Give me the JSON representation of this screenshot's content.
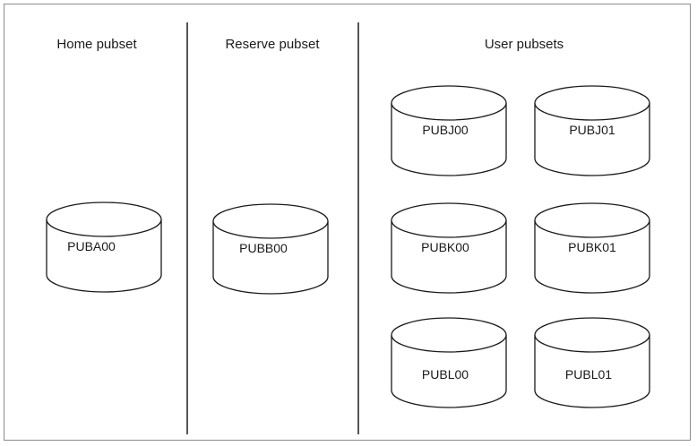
{
  "sections": [
    {
      "title": "Home pubset",
      "disks": [
        "PUBA00"
      ]
    },
    {
      "title": "Reserve pubset",
      "disks": [
        "PUBB00"
      ]
    },
    {
      "title": "User pubsets",
      "disks": [
        "PUBJ00",
        "PUBJ01",
        "PUBK00",
        "PUBK01",
        "PUBL00",
        "PUBL01"
      ]
    }
  ]
}
